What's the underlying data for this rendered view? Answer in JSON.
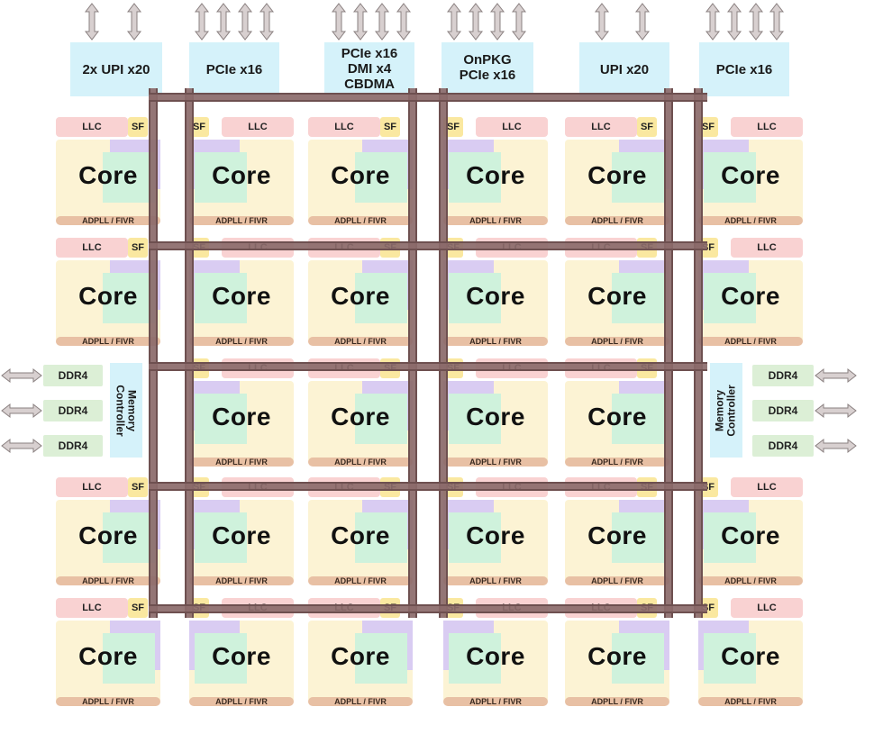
{
  "top_io": [
    {
      "id": "upi2",
      "label": "2x UPI x20"
    },
    {
      "id": "pcie1",
      "label": "PCIe x16"
    },
    {
      "id": "pcie_dmi",
      "label": "PCIe x16\nDMI x4\nCBDMA"
    },
    {
      "id": "onpkg",
      "label": "OnPKG\nPCIe x16"
    },
    {
      "id": "upi",
      "label": "UPI x20"
    },
    {
      "id": "pcie2",
      "label": "PCIe x16"
    }
  ],
  "tile": {
    "core_label": "Core",
    "llc_label": "LLC",
    "sf_label": "SF",
    "pll_label": "ADPLL / FIVR"
  },
  "memory_controller": {
    "label": "Memory\nController"
  },
  "ddr": {
    "label": "DDR4"
  },
  "colors": {
    "io": "#d5f2fa",
    "llc": "#f9d2d2",
    "sf": "#fae8a0",
    "core_bg": "#fcf3d4",
    "core_purple": "#d9ccf2",
    "core_green": "#cff2dc",
    "pll": "#e8c0a4",
    "ddr": "#dcefd6",
    "mesh": "#8b6a6a",
    "arrow": "#d8d0d0"
  }
}
